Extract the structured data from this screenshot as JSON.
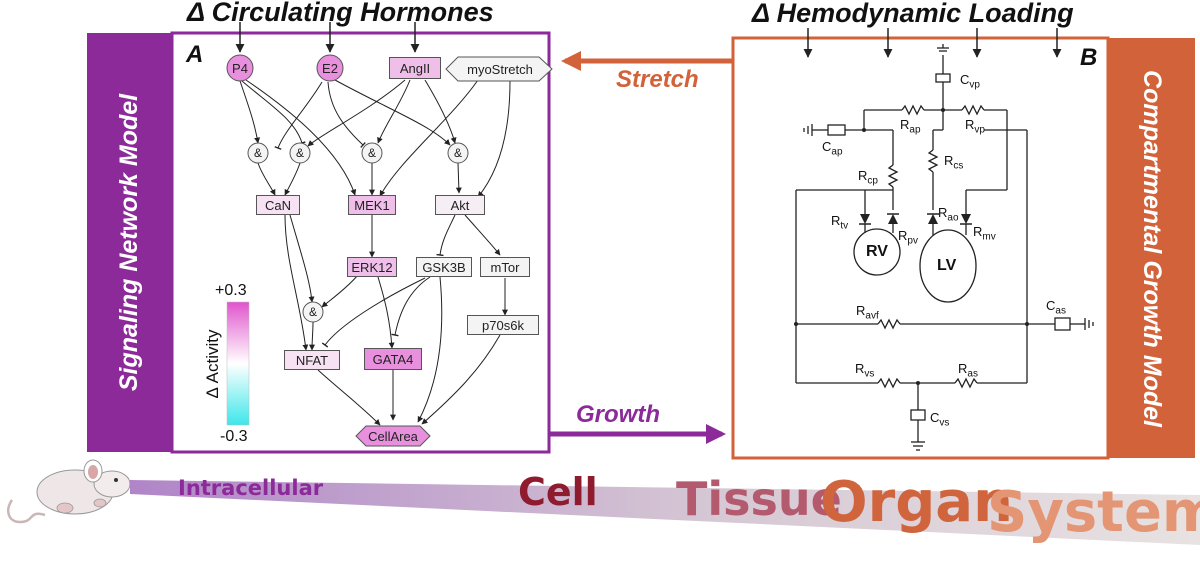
{
  "headers": {
    "hormones": "Δ Circulating Hormones",
    "hemodynamic": "Δ Hemodynamic Loading"
  },
  "panels": {
    "a_letter": "A",
    "b_letter": "B",
    "left_sidebar": "Signaling Network Model",
    "right_sidebar": "Compartmental Growth Model"
  },
  "arrows": {
    "stretch": "Stretch",
    "growth": "Growth"
  },
  "network": {
    "nodes": {
      "p4": "P4",
      "e2": "E2",
      "angii": "AngII",
      "myostretch": "myoStretch",
      "and1": "&",
      "and2": "&",
      "and3": "&",
      "and4": "&",
      "and5": "&",
      "can": "CaN",
      "mek1": "MEK1",
      "akt": "Akt",
      "erk12": "ERK12",
      "gsk3b": "GSK3B",
      "mtor": "mTor",
      "p70s6k": "p70s6k",
      "nfat": "NFAT",
      "gata4": "GATA4",
      "cellarea": "CellArea"
    },
    "colors": {
      "strong": "#e890dd",
      "medium": "#f0bfe9",
      "light": "#f6e2f3",
      "neutral": "#f4f4f4"
    }
  },
  "colorscale": {
    "max": "+0.3",
    "min": "-0.3",
    "label": "Δ Activity",
    "top_color": "#e055cc",
    "bottom_color": "#3de6ea"
  },
  "circuit": {
    "labels": {
      "cvp": "vp",
      "cap": "ap",
      "rap": "ap",
      "rvp": "vp",
      "rcp": "cp",
      "rcs": "cs",
      "rtv": "tv",
      "rpv": "pv",
      "rao": "ao",
      "rmv": "mv",
      "ravf": "avf",
      "cas": "as",
      "rvs": "vs",
      "ras": "as",
      "cvs": "vs"
    },
    "rv": "RV",
    "lv": "LV"
  },
  "scale_bar": {
    "intracellular": "Intracellular",
    "cell": "Cell",
    "tissue": "Tissue",
    "organ": "Organ",
    "system": "System"
  },
  "colors": {
    "purple": "#8b2a98",
    "orange": "#d2623a",
    "cell_red": "#8e1b2e",
    "tissue_rose": "#b35a6e",
    "organ_orange": "#d0643c",
    "system_peach": "#e39574"
  }
}
